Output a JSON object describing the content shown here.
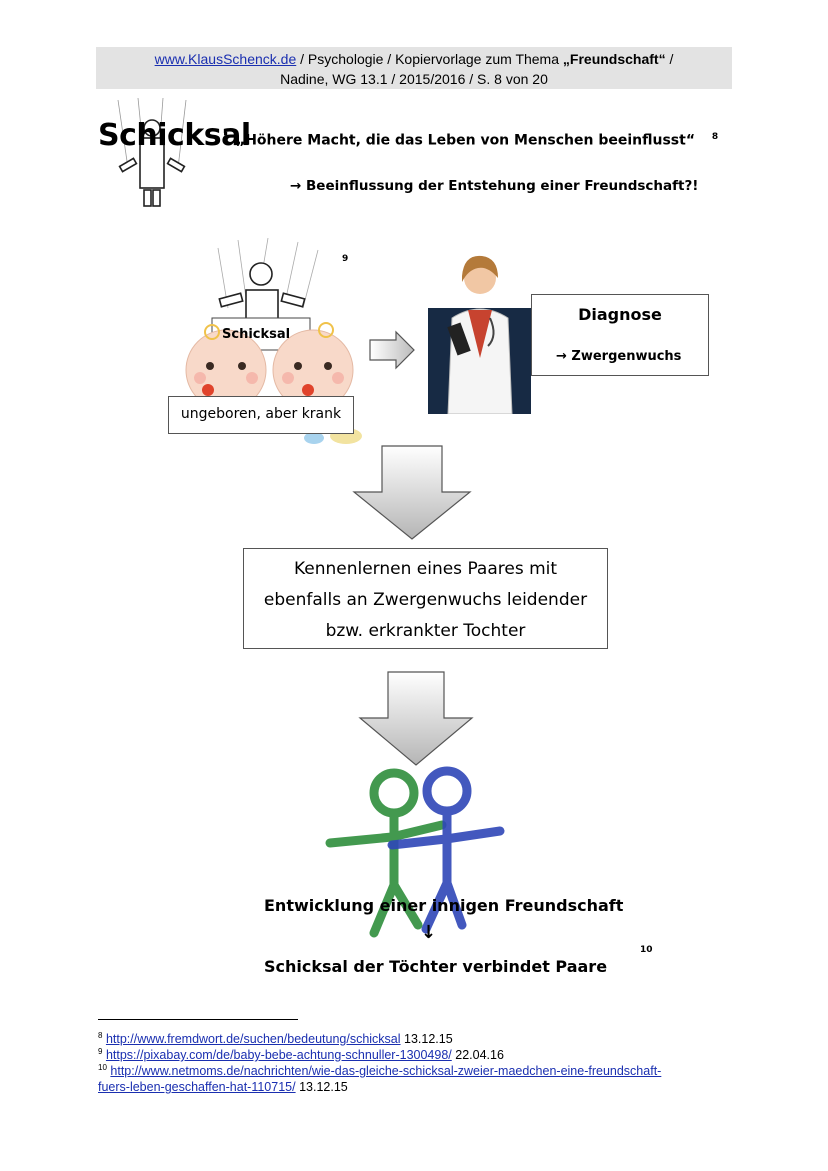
{
  "header": {
    "site_link": "www.KlausSchenck.de",
    "line1_rest_a": " / Psychologie / Kopiervorlage zum Thema ",
    "line1_bold": "„Freundschaft“",
    "line1_rest_b": " /",
    "line2": "Nadine, WG 13.1 / 2015/2016 / S. 8 von 20"
  },
  "heading": {
    "title": "Schicksal",
    "colon": ":",
    "definition": "„Höhere Macht, die das Leben von Menschen beeinflusst“",
    "definition_ref": "8",
    "question": "→ Beeinflussung der Entstehung einer Freundschaft?!"
  },
  "diagram": {
    "image_ref": "9",
    "schicksal_label": "Schicksal",
    "unborn_label": "ungeboren, aber krank",
    "diagnose_title": "Diagnose",
    "diagnose_result": "→ Zwergenwuchs",
    "meet_lines": [
      "Kennenlernen eines Paares mit",
      "ebenfalls an Zwergenwuchs leidender",
      "bzw. erkrankter Tochter"
    ],
    "development": "Entwicklung einer innigen Freundschaft",
    "down_arrow": "↓",
    "result": "Schicksal der Töchter verbindet Paare",
    "result_ref": "10"
  },
  "footnotes": [
    {
      "num": "8",
      "url": "http://www.fremdwort.de/suchen/bedeutung/schicksal",
      "date": " 13.12.15"
    },
    {
      "num": "9",
      "url": "https://pixabay.com/de/baby-bebe-achtung-schnuller-1300498/",
      "date": " 22.04.16"
    },
    {
      "num": "10",
      "url_line1": "http://www.netmoms.de/nachrichten/wie-das-gleiche-schicksal-zweier-maedchen-eine-freundschaft-",
      "url_line2": "fuers-leben-geschaffen-hat-110715/",
      "date": " 13.12.15"
    }
  ]
}
